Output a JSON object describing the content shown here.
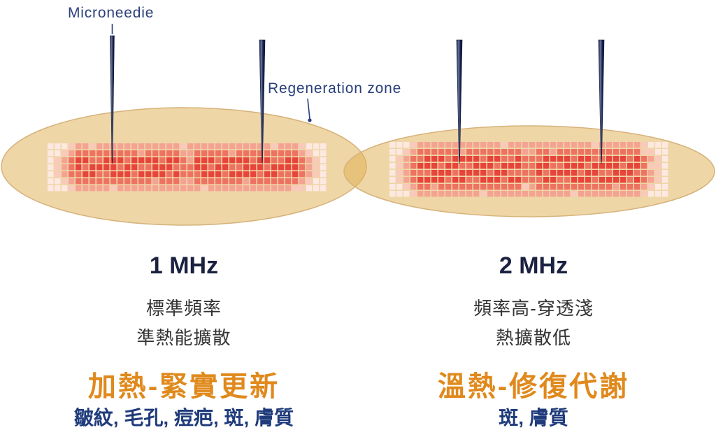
{
  "labels": {
    "microneedle": "Microneedie",
    "regeneration_zone": "Regeneration zone"
  },
  "panels": [
    {
      "frequency": "1 MHz",
      "lines": [
        "標準頻率",
        "準熱能擴散"
      ],
      "effect": "加熱-緊實更新",
      "indications": "皺紋, 毛孔, 痘疤, 斑, 膚質"
    },
    {
      "frequency": "2 MHz",
      "lines": [
        "頻率高-穿透淺",
        "熱擴散低"
      ],
      "effect": "溫熱-修復代謝",
      "indications": "斑, 膚質"
    }
  ],
  "colors": {
    "zone_fill": "#dfad4d",
    "zone_stroke": "#d6b27a",
    "heat_scale": [
      "#fde9e2",
      "#f9c9bc",
      "#f4a393",
      "#ee7262",
      "#e8443b"
    ],
    "needle": "#1a2452",
    "label_text": "#2a3f7a",
    "frequency_text": "#1b2140",
    "description_text": "#333333",
    "effect_text": "#e0891c",
    "indication_text": "#1f3b7b"
  }
}
